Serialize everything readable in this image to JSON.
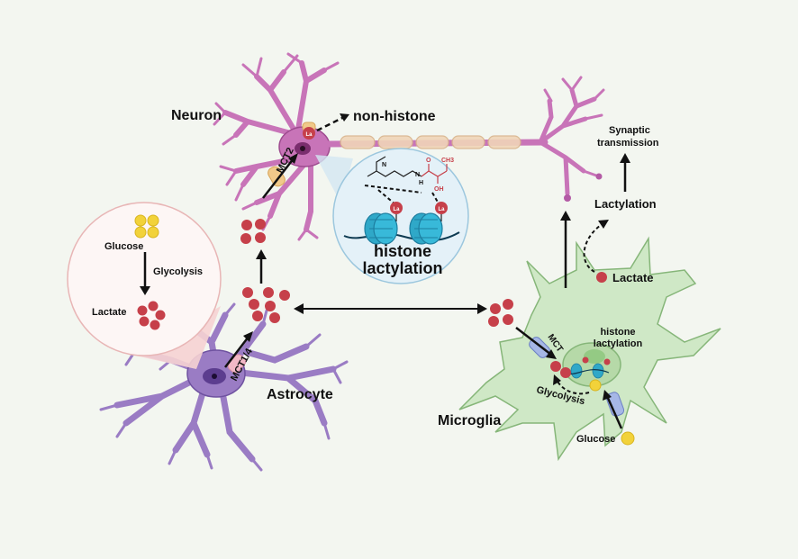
{
  "labels": {
    "neuron": "Neuron",
    "non_histone": "non-histone",
    "mct2": "MCT2",
    "histone_lactylation_1": "histone",
    "histone_lactylation_2": "lactylation",
    "synaptic_1": "Synaptic",
    "synaptic_2": "transmission",
    "lactylation": "Lactylation",
    "lactate_right": "Lactate",
    "glucose_left": "Glucose",
    "glycolysis_left": "Glycolysis",
    "lactate_left": "Lactate",
    "mct14": "MCT1/4",
    "astrocyte": "Astrocyte",
    "microglia": "Microglia",
    "mct_micro": "MCT",
    "histone_micro_1": "histone",
    "histone_micro_2": "lactylation",
    "glycolysis_micro": "Glycolysis",
    "glucose_micro": "Glucose",
    "la": "La",
    "chem_ch3": "CH3",
    "chem_oh": "OH",
    "chem_o": "O",
    "chem_h": "H",
    "chem_n": "N"
  },
  "colors": {
    "background": "#f3f6f0",
    "neuron": "#c874b8",
    "neuron_dark": "#9e4b8f",
    "astrocyte": "#9a7cc4",
    "astrocyte_dark": "#6f52a0",
    "microglia": "#cfe8c6",
    "microglia_edge": "#86b679",
    "lactate": "#c6404a",
    "glucose": "#f2d23a",
    "nucleosome": "#2fa8c8",
    "lens_fill": "#e4f1f8",
    "lens_edge": "#9cc7de",
    "glycolysis_fill": "#fdf1f1",
    "glycolysis_edge": "#e8b6b6"
  }
}
